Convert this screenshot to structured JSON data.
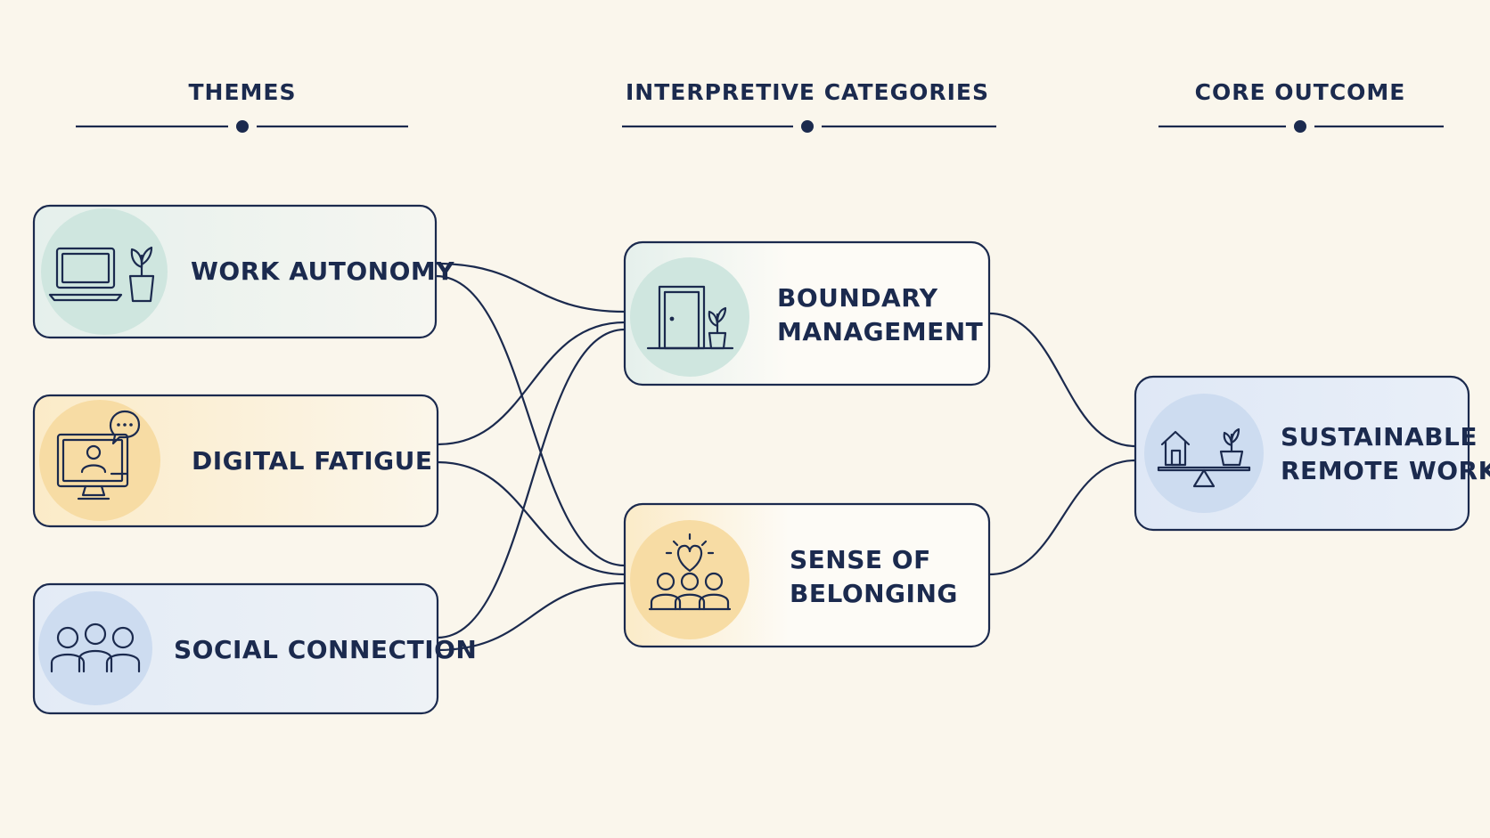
{
  "columns": [
    {
      "title": "THEMES"
    },
    {
      "title": "INTERPRETIVE CATEGORIES"
    },
    {
      "title": "CORE OUTCOME"
    }
  ],
  "nodes": {
    "work_autonomy": {
      "lines": [
        "WORK AUTONOMY"
      ],
      "icon": "laptop-plant-icon",
      "color": "#cfe6df"
    },
    "digital_fatigue": {
      "lines": [
        "DIGITAL FATIGUE"
      ],
      "icon": "video-call-monitor-icon",
      "color": "#f7dca4"
    },
    "social_connection": {
      "lines": [
        "SOCIAL CONNECTION"
      ],
      "icon": "people-group-icon",
      "color": "#cddcf0"
    },
    "boundary_management": {
      "lines": [
        "BOUNDARY",
        "MANAGEMENT"
      ],
      "icon": "door-plant-icon",
      "color": "#cfe6df"
    },
    "sense_of_belonging": {
      "lines": [
        "SENSE OF",
        "BELONGING"
      ],
      "icon": "heart-people-icon",
      "color": "#f7dca4"
    },
    "sustainable_remote_work": {
      "lines": [
        "SUSTAINABLE",
        "REMOTE WORK"
      ],
      "icon": "home-balance-icon",
      "color": "#cddcf0"
    }
  },
  "edges": [
    {
      "from": "work_autonomy",
      "to": "boundary_management"
    },
    {
      "from": "work_autonomy",
      "to": "sense_of_belonging"
    },
    {
      "from": "digital_fatigue",
      "to": "boundary_management"
    },
    {
      "from": "digital_fatigue",
      "to": "sense_of_belonging"
    },
    {
      "from": "social_connection",
      "to": "boundary_management"
    },
    {
      "from": "social_connection",
      "to": "sense_of_belonging"
    },
    {
      "from": "boundary_management",
      "to": "sustainable_remote_work"
    },
    {
      "from": "sense_of_belonging",
      "to": "sustainable_remote_work"
    }
  ],
  "colors": {
    "ink": "#1b2a4e",
    "background": "#faf6ec"
  }
}
